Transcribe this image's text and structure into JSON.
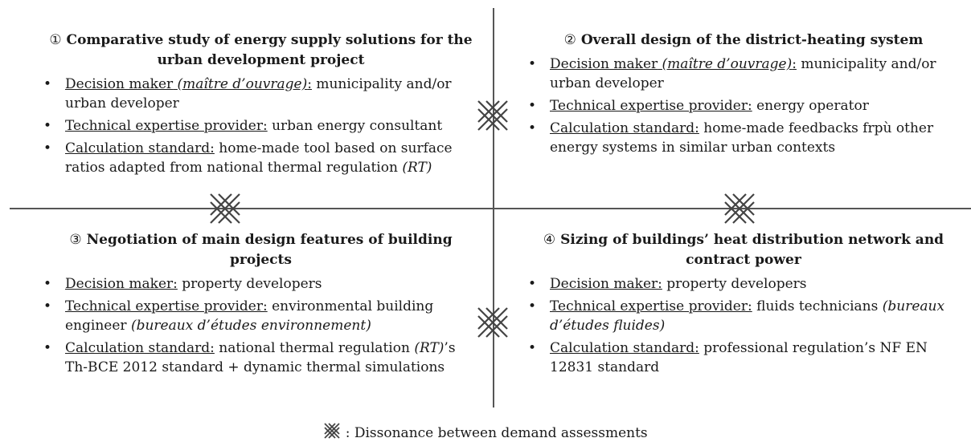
{
  "quadrants": [
    {
      "number": "①",
      "title": "Comparative study of energy supply solutions for the urban development project",
      "items": [
        {
          "label": "Decision maker",
          "label_italic": "(maître d’ouvrage)",
          "colon": ":",
          "text": " municipality and/or urban developer",
          "text_italic": ""
        },
        {
          "label": "Technical expertise provider:",
          "label_italic": "",
          "colon": "",
          "text": " urban energy consultant",
          "text_italic": ""
        },
        {
          "label": "Calculation standard:",
          "label_italic": "",
          "colon": "",
          "text": " home-made tool based on surface ratios adapted from national thermal regulation ",
          "text_italic": "(RT)"
        }
      ]
    },
    {
      "number": "②",
      "title": "Overall design of the district-heating system",
      "items": [
        {
          "label": "Decision maker",
          "label_italic": "(maître d’ouvrage)",
          "colon": ":",
          "text": " municipality and/or urban developer",
          "text_italic": ""
        },
        {
          "label": "Technical expertise provider:",
          "label_italic": "",
          "colon": "",
          "text": " energy operator",
          "text_italic": ""
        },
        {
          "label": "Calculation standard:",
          "label_italic": "",
          "colon": "",
          "text": " home-made feedbacks frpù other energy systems in similar urban contexts",
          "text_italic": ""
        }
      ]
    },
    {
      "number": "③",
      "title": "Negotiation of main design features of building projects",
      "items": [
        {
          "label": "Decision maker:",
          "label_italic": "",
          "colon": "",
          "text": " property developers",
          "text_italic": ""
        },
        {
          "label": "Technical expertise provider:",
          "label_italic": "",
          "colon": "",
          "text": " environmental building engineer ",
          "text_italic": "(bureaux d’études environnement)"
        },
        {
          "label": "Calculation standard:",
          "label_italic": "",
          "colon": "",
          "text": " national thermal regulation ",
          "text_italic": "(RT)",
          "text_after": "’s Th-BCE 2012 standard + dynamic thermal simulations"
        }
      ]
    },
    {
      "number": "④",
      "title": "Sizing of buildings’ heat distribution network and contract power",
      "items": [
        {
          "label": "Decision maker:",
          "label_italic": "",
          "colon": "",
          "text": " property developers",
          "text_italic": ""
        },
        {
          "label": "Technical expertise provider:",
          "label_italic": "",
          "colon": "",
          "text": " fluids technicians ",
          "text_italic": "(bureaux d’études fluides)"
        },
        {
          "label": "Calculation standard:",
          "label_italic": "",
          "colon": "",
          "text": " professional regulation’s NF EN 12831 standard",
          "text_italic": ""
        }
      ]
    }
  ],
  "bullet": "•",
  "marker_icon": "dissonance-marker-icon",
  "legend": {
    "text": " : Dissonance between demand assessments"
  },
  "colors": {
    "axis": "#555555",
    "marker": "#444444",
    "text": "#1a1a1a"
  }
}
